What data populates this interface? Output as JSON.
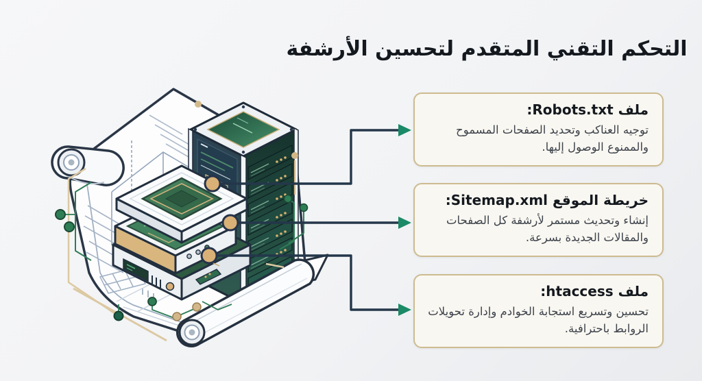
{
  "title": "التحكم التقني المتقدم لتحسين الأرشفة",
  "cards": [
    {
      "heading": "ملف Robots.txt:",
      "body": "توجيه العناكب وتحديد الصفحات المسموح والممنوع الوصول إليها."
    },
    {
      "heading": "خريطة الموقع Sitemap.xml:",
      "body": "إنشاء وتحديث مستمر لأرشفة كل الصفحات والمقالات الجديدة بسرعة."
    },
    {
      "heading": "ملف htaccess:",
      "body": "تحسين وتسريع استجابة الخوادم وإدارة تحويلات الروابط باحترافية."
    }
  ],
  "colors": {
    "card_bg": "#f9f7f1",
    "card_border": "#cdbb90",
    "title_color": "#14191f",
    "body_color": "#3d434c",
    "arrow_line": "#24374a",
    "arrow_head": "#1b8a66",
    "gold_connector": "#d9b176",
    "pcb_green": "#3e7b57",
    "dark_pcb": "#2e5a42",
    "tower_navy": "#2b4152",
    "trace_green": "#2f7d57",
    "trace_tan": "#dcc9a2"
  },
  "illustration_items": {
    "scroll": "blueprint-scroll",
    "tower": "server-tower",
    "layers": "stacked-server-layers"
  }
}
